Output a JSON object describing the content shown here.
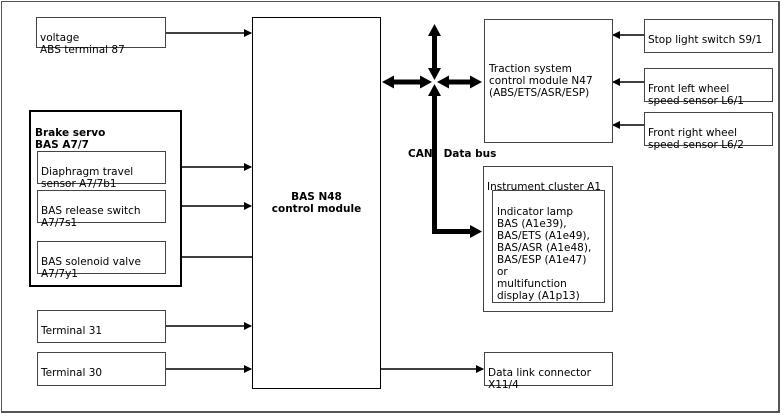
{
  "diagram": {
    "inputs_left": {
      "voltage": "voltage\nABS terminal 87",
      "terminal_31": "Terminal 31",
      "terminal_30": "Terminal 30"
    },
    "brake_servo": {
      "title": "Brake servo\nBAS A7/7",
      "diaphragm_sensor": "Diaphragm travel\nsensor  A7/7b1",
      "release_switch": "BAS release switch\nA7/7s1",
      "solenoid_valve": "BAS solenoid valve\nA7/7y1"
    },
    "control_module": {
      "label": "BAS N48\ncontrol module"
    },
    "can_bus": {
      "label": "CAN   Data bus"
    },
    "traction_module": {
      "label": "Traction system\ncontrol module N47\n(ABS/ETS/ASR/ESP)"
    },
    "sensors_right": {
      "stop_light": "Stop light switch S9/1",
      "front_left": "Front left wheel\nspeed sensor L6/1",
      "front_right": "Front right wheel\nspeed sensor L6/2"
    },
    "instrument_cluster": {
      "title": "Instrument cluster A1",
      "indicator": "Indicator lamp\nBAS (A1e39),\nBAS/ETS (A1e49),\nBAS/ASR (A1e48),\nBAS/ESP (A1e47)\nor\nmultifunction\ndisplay (A1p13)"
    },
    "data_link": {
      "label": "Data link connector\nX11/4"
    }
  }
}
